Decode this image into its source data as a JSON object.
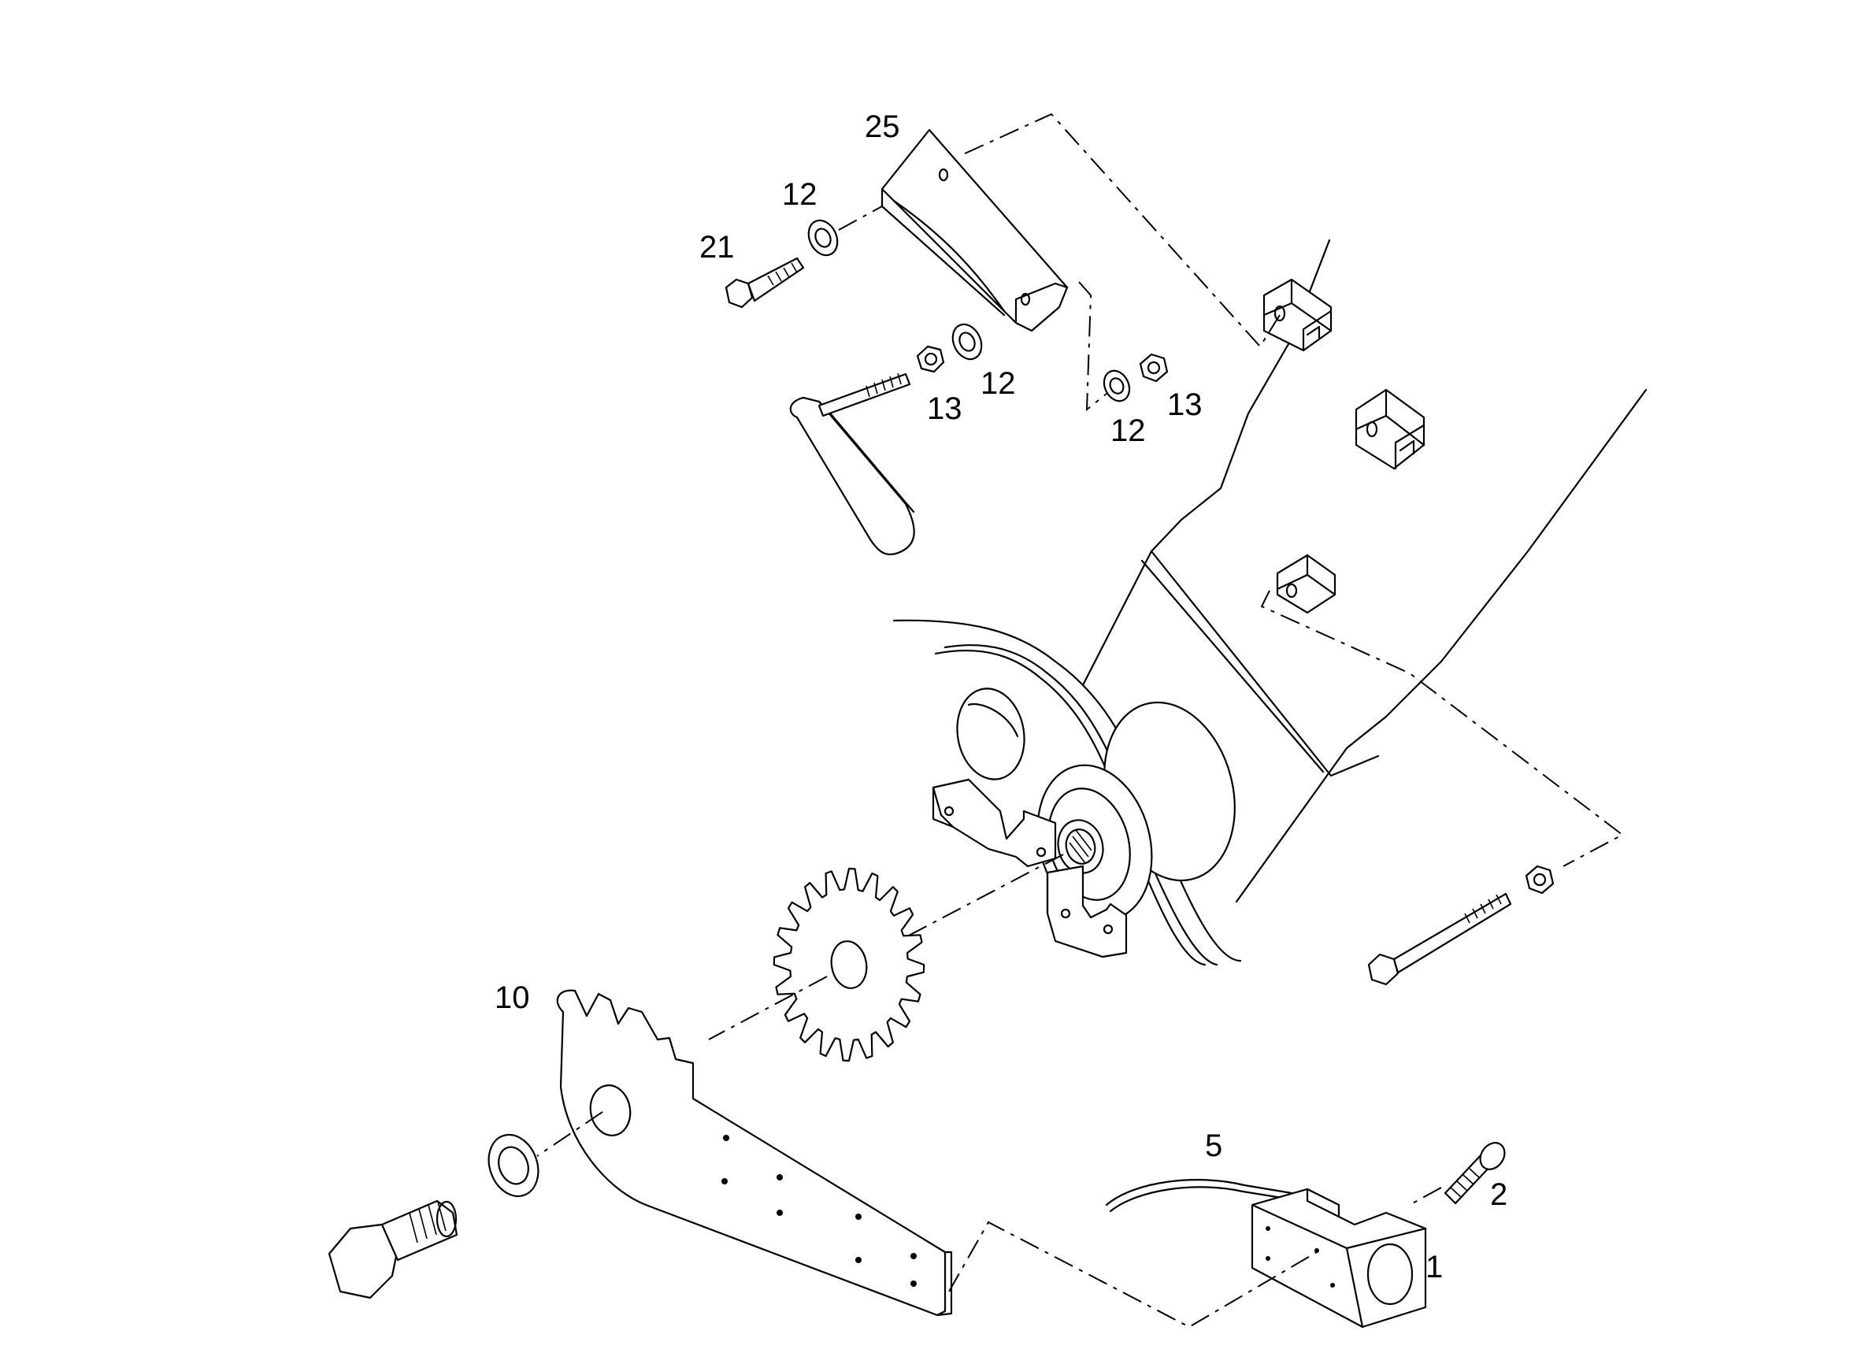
{
  "callouts": {
    "c25": "25",
    "c12a": "12",
    "c21": "21",
    "c12b": "12",
    "c13a": "13",
    "c12c": "12",
    "c13b": "13",
    "c10": "10",
    "c5": "5",
    "c2": "2",
    "c1": "1"
  }
}
